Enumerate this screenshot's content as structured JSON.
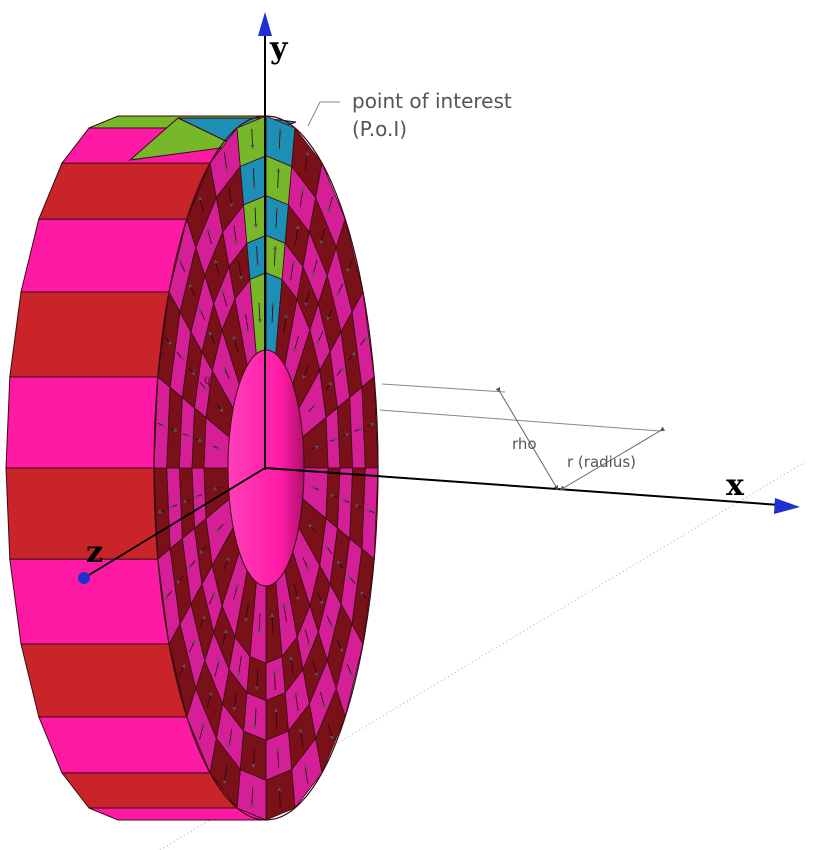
{
  "labels": {
    "poi_line1": "point of interest",
    "poi_line2": "(P.o.I)",
    "rho": "rho",
    "radius": "r (radius)",
    "phi": "φ"
  },
  "axes": {
    "x": "x",
    "y": "y",
    "z": "z"
  },
  "colors": {
    "magenta": "#ff1aa6",
    "magenta_face": "#d41f96",
    "dark_red": "#7a1018",
    "red": "#c8242a",
    "green": "#76b82a",
    "teal": "#1e8fb4",
    "axis_arrow": "#1f2fd0",
    "edge": "#3a0a14"
  }
}
